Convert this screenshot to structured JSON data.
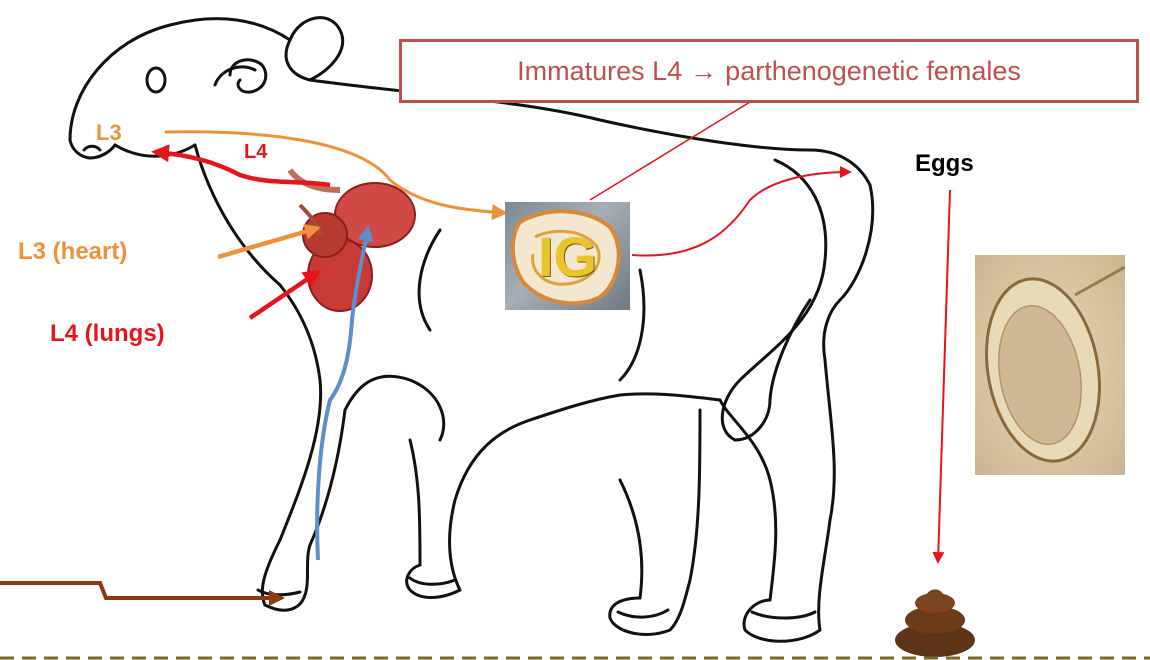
{
  "callout": {
    "text_left": "Immatures L4",
    "arrow": "→",
    "text_right": "parthenogenetic females"
  },
  "labels": {
    "l3_nose": "L3",
    "l4_throat": "L4",
    "l3_heart": "L3 (heart)",
    "l4_lungs": "L4 (lungs)",
    "eggs": "Eggs",
    "ig": "IG"
  },
  "colors": {
    "red": "#e8141b",
    "orange": "#f0923b",
    "blue": "#5b8fd0",
    "brown": "#8b3a12",
    "callout_border": "#c0504d",
    "ground_dashes": "#7a6a2a"
  },
  "icons": [
    "calf-outline",
    "heart-lungs-organ",
    "intestine-ig-image",
    "egg-micrograph",
    "dung-pile-icon"
  ]
}
